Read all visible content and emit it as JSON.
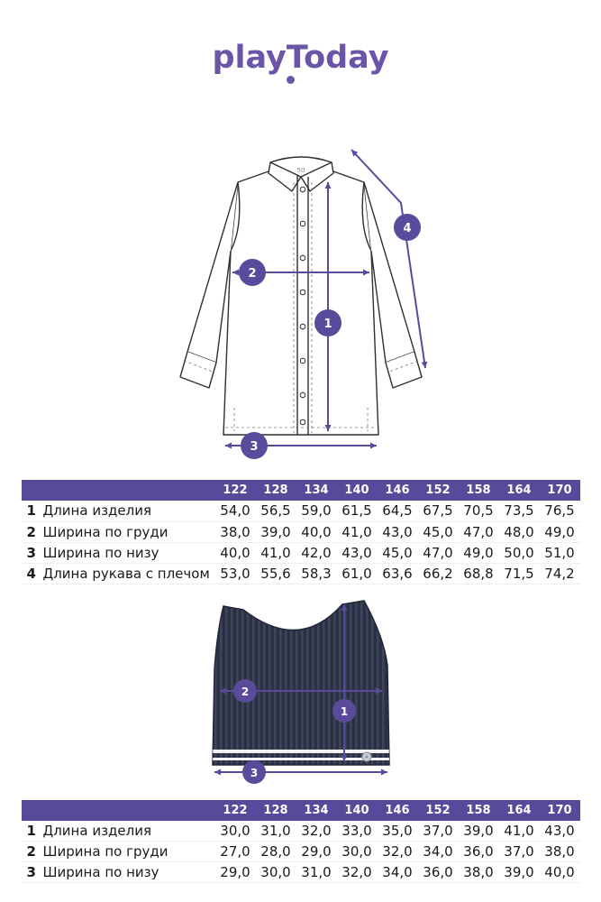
{
  "brand": {
    "logo_text": "playToday"
  },
  "colors": {
    "accent": "#5a4a9c",
    "header": "#564a9b",
    "logo": "#6a55a8",
    "navy": "#2b3144"
  },
  "figures": {
    "shirt": {
      "markers": [
        "1",
        "2",
        "3",
        "4"
      ],
      "collar_tag": "50"
    },
    "top": {
      "markers": [
        "1",
        "2",
        "3"
      ]
    }
  },
  "shirt_table": {
    "header": [
      "122",
      "128",
      "134",
      "140",
      "146",
      "152",
      "158",
      "164",
      "170"
    ],
    "rows": [
      {
        "num": "1",
        "label": "Длина изделия",
        "values": [
          "54,0",
          "56,5",
          "59,0",
          "61,5",
          "64,5",
          "67,5",
          "70,5",
          "73,5",
          "76,5"
        ]
      },
      {
        "num": "2",
        "label": "Ширина по груди",
        "values": [
          "38,0",
          "39,0",
          "40,0",
          "41,0",
          "43,0",
          "45,0",
          "47,0",
          "48,0",
          "49,0"
        ]
      },
      {
        "num": "3",
        "label": "Ширина по низу",
        "values": [
          "40,0",
          "41,0",
          "42,0",
          "43,0",
          "45,0",
          "47,0",
          "49,0",
          "50,0",
          "51,0"
        ]
      },
      {
        "num": "4",
        "label": "Длина рукава с плечом",
        "values": [
          "53,0",
          "55,6",
          "58,3",
          "61,0",
          "63,6",
          "66,2",
          "68,8",
          "71,5",
          "74,2"
        ]
      }
    ]
  },
  "top_table": {
    "header": [
      "122",
      "128",
      "134",
      "140",
      "146",
      "152",
      "158",
      "164",
      "170"
    ],
    "rows": [
      {
        "num": "1",
        "label": "Длина изделия",
        "values": [
          "30,0",
          "31,0",
          "32,0",
          "33,0",
          "35,0",
          "37,0",
          "39,0",
          "41,0",
          "43,0"
        ]
      },
      {
        "num": "2",
        "label": "Ширина по груди",
        "values": [
          "27,0",
          "28,0",
          "29,0",
          "30,0",
          "32,0",
          "34,0",
          "36,0",
          "37,0",
          "38,0"
        ]
      },
      {
        "num": "3",
        "label": "Ширина по низу",
        "values": [
          "29,0",
          "30,0",
          "31,0",
          "32,0",
          "34,0",
          "36,0",
          "38,0",
          "39,0",
          "40,0"
        ]
      }
    ]
  }
}
